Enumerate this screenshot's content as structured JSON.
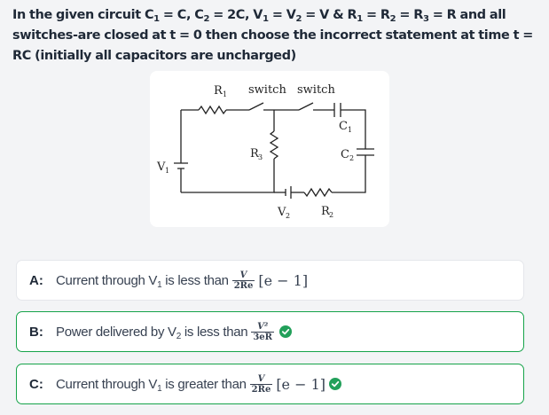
{
  "question": {
    "part1": "In the given circuit C",
    "sub1": "1",
    "part2": " = C, C",
    "sub2": "2",
    "part3": " = 2C, V",
    "sub3": "1",
    "part4": " = V",
    "sub4": "2",
    "part5": " = V & R",
    "sub5": "1",
    "part6": " = R",
    "sub6": "2",
    "part7": " = R",
    "sub7": "3",
    "part8": " = R and all switches-are closed at t = 0 then choose the incorrect statement at time t = RC (initially all capacitors are uncharged)"
  },
  "circuit": {
    "r1": "R",
    "r1_sub": "1",
    "switch1": "switch",
    "switch2": "switch",
    "c1": "C",
    "c1_sub": "1",
    "r3": "R",
    "r3_sub": "3",
    "c2": "C",
    "c2_sub": "2",
    "v1": "V",
    "v1_sub": "1",
    "v2": "V",
    "v2_sub": "2",
    "r2": "R",
    "r2_sub": "2"
  },
  "options": [
    {
      "letter": "A:",
      "text": "Current through V",
      "text_sub": "1",
      "text_after": " is less than",
      "frac_num": "V",
      "frac_den": "2Re",
      "math": "[e − 1]",
      "correct": false
    },
    {
      "letter": "B:",
      "text": "Power delivered by V",
      "text_sub": "2",
      "text_after": " is less than",
      "frac_num": "V²",
      "frac_den": "3eR",
      "math": "",
      "correct": true
    },
    {
      "letter": "C:",
      "text": "Current through V",
      "text_sub": "1",
      "text_after": " is greater than",
      "frac_num": "V",
      "frac_den": "2Re",
      "math": "[e − 1]",
      "correct": true
    }
  ],
  "colors": {
    "correct_border": "#16a34a",
    "check_badge": "#22a05a",
    "check_icon": "check-circle-icon"
  }
}
